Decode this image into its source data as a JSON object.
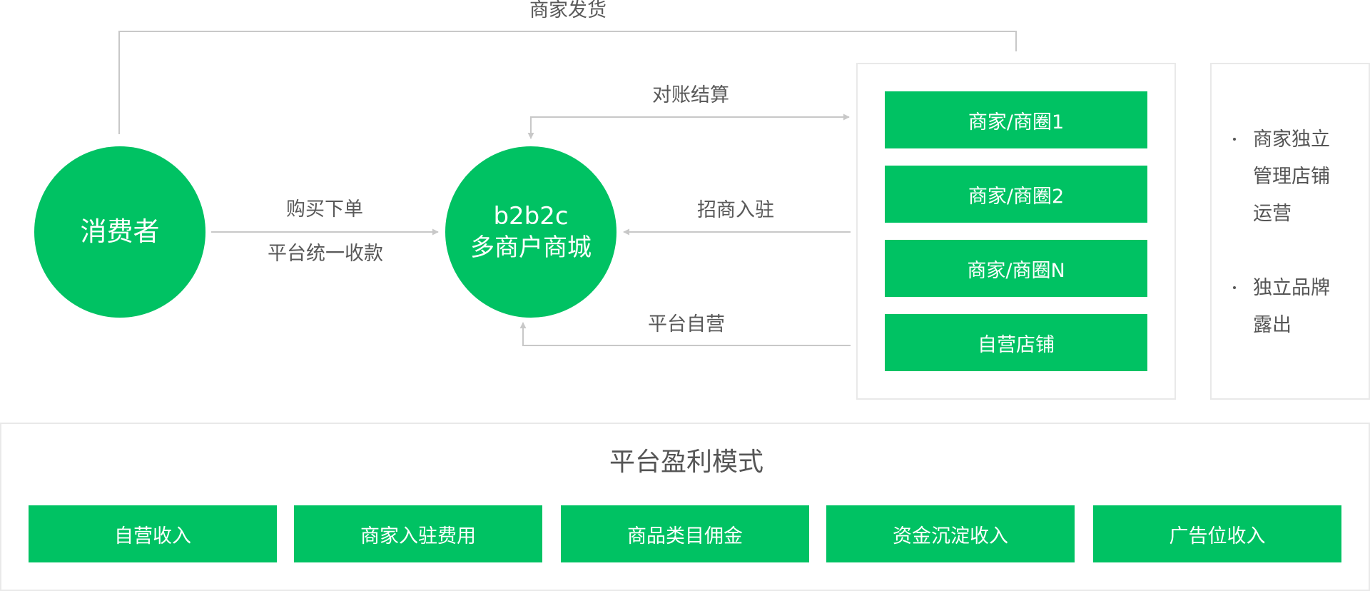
{
  "consumer": {
    "label": "消费者"
  },
  "platform": {
    "line1": "b2b2c",
    "line2": "多商户商城"
  },
  "arrows": {
    "shipping": "商家发货",
    "reconcile": "对账结算",
    "order": "购买下单",
    "collect": "平台统一收款",
    "attract": "招商入驻",
    "self_operated": "平台自营"
  },
  "merchants": [
    "商家/商圈1",
    "商家/商圈2",
    "商家/商圈N",
    "自营店铺"
  ],
  "features": [
    {
      "lines": [
        "商家独立",
        "管理店铺",
        "运营"
      ]
    },
    {
      "lines": [
        "独立品牌",
        "露出"
      ]
    }
  ],
  "profit": {
    "title": "平台盈利模式",
    "items": [
      "自营收入",
      "商家入驻费用",
      "商品类目佣金",
      "资金沉淀收入",
      "广告位收入"
    ]
  },
  "colors": {
    "green": "#00c263",
    "line": "#c8c8c8",
    "border": "#e9e9e9"
  }
}
